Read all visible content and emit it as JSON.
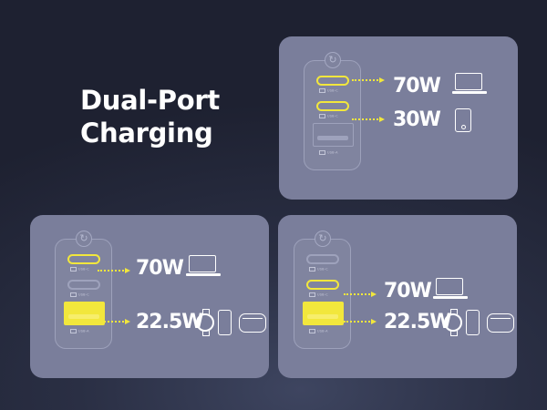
{
  "headline": {
    "line1": "Dual-Port",
    "line2": "Charging"
  },
  "port_labels": {
    "usb_c": "USB-C",
    "usb_a": "USB-A"
  },
  "panels": [
    {
      "outputs": [
        {
          "watts": "70W",
          "devices": [
            "laptop-icon"
          ]
        },
        {
          "watts": "30W",
          "devices": [
            "tablet-icon"
          ]
        }
      ]
    },
    {
      "outputs": [
        {
          "watts": "70W",
          "devices": [
            "laptop-icon"
          ]
        },
        {
          "watts": "22.5W",
          "devices": [
            "watch-icon",
            "phone-icon",
            "earbuds-case-icon"
          ]
        }
      ]
    },
    {
      "outputs": [
        {
          "watts": "70W",
          "devices": [
            "laptop-icon"
          ]
        },
        {
          "watts": "22.5W",
          "devices": [
            "watch-icon",
            "phone-icon",
            "earbuds-case-icon"
          ]
        }
      ]
    }
  ],
  "colors": {
    "accent": "#f2e73c",
    "panel": "#7a7e9b",
    "background": "#22263a",
    "text": "#ffffff"
  }
}
